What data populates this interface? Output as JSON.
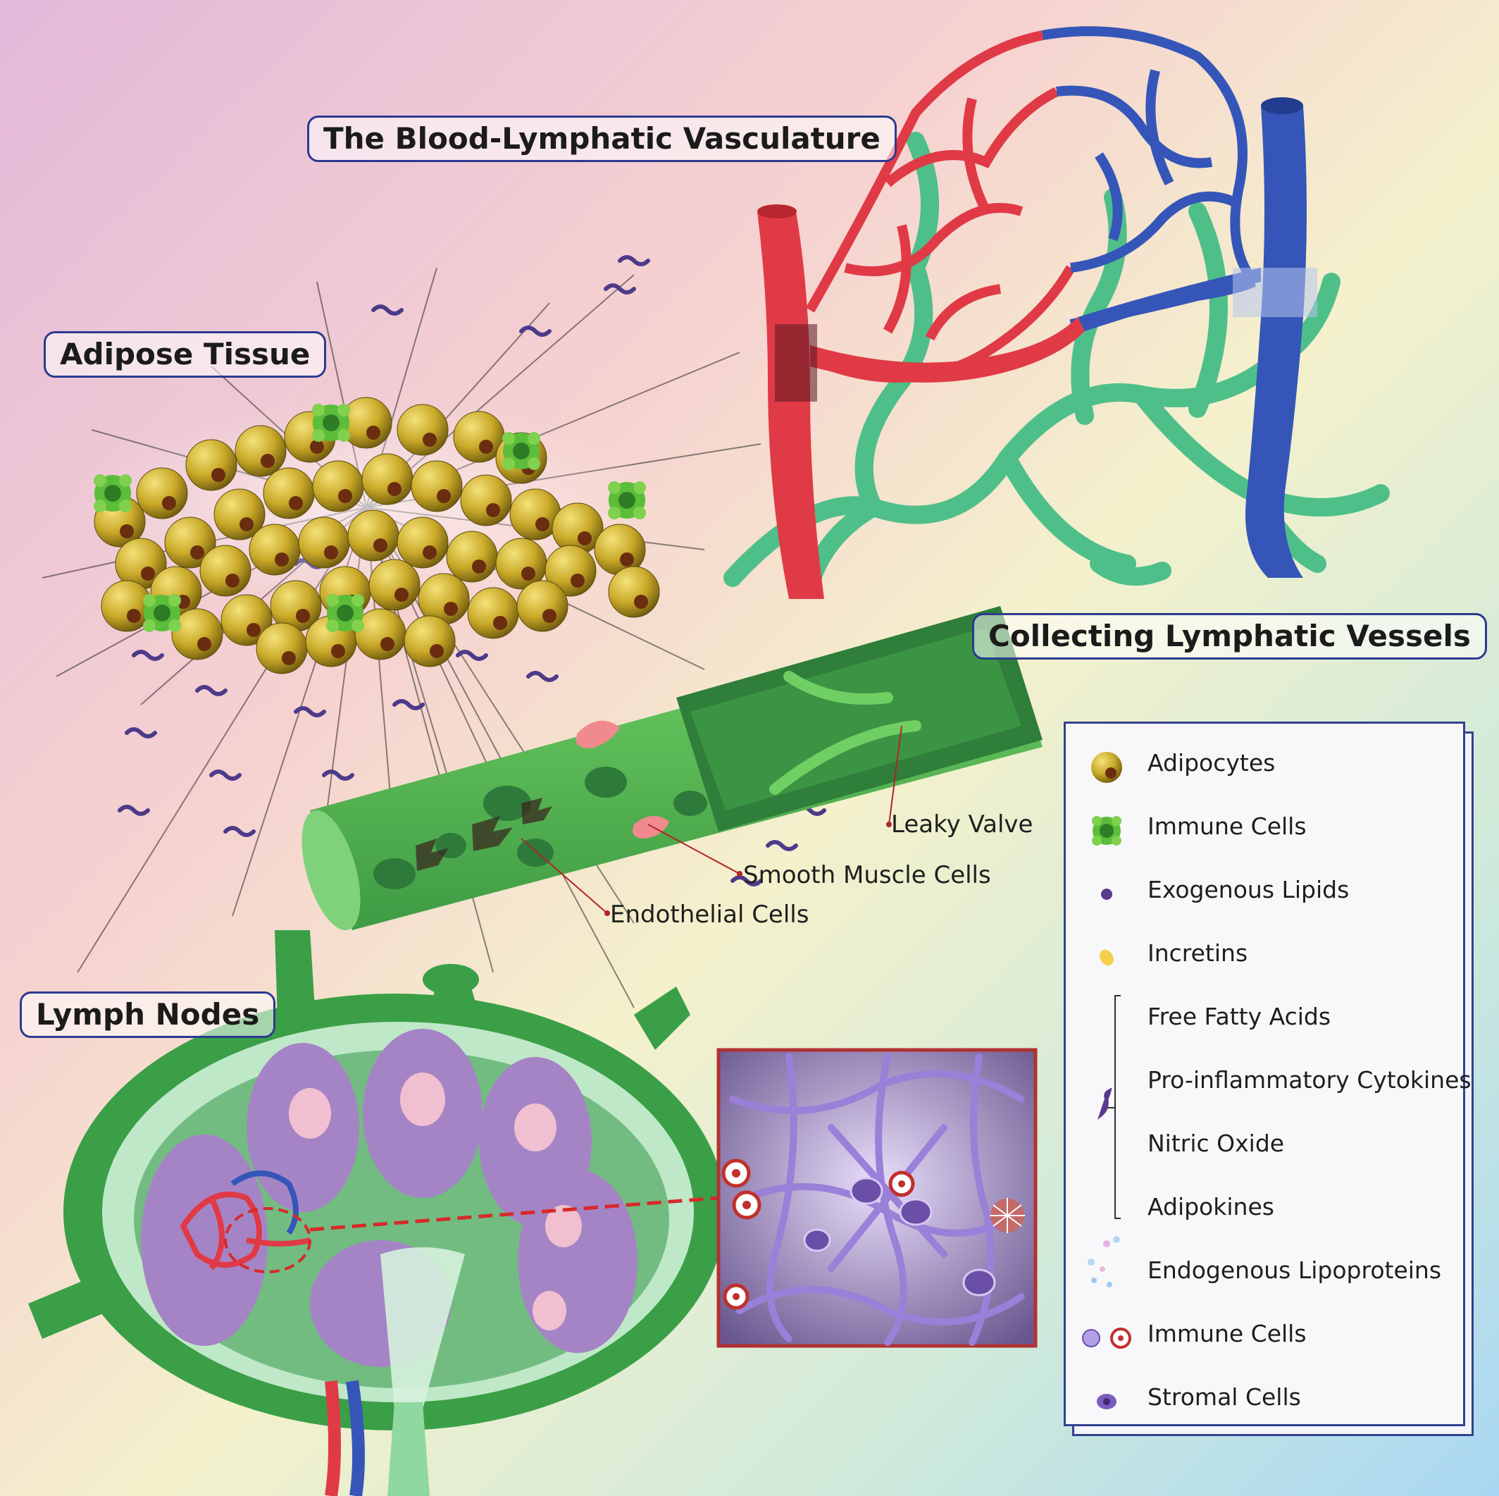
{
  "titles": {
    "blood_lymphatic": "The Blood-Lymphatic Vasculature",
    "adipose": "Adipose Tissue",
    "collecting": "Collecting Lymphatic Vessels",
    "lymph_nodes": "Lymph Nodes"
  },
  "callouts": {
    "leaky_valve": "Leaky Valve",
    "smooth_muscle": "Smooth Muscle Cells",
    "endothelial": "Endothelial Cells"
  },
  "legend": {
    "items": [
      {
        "label": "Adipocytes",
        "icon": "adipocyte-icon"
      },
      {
        "label": "Immune Cells",
        "icon": "immune-cell-green-icon"
      },
      {
        "label": "Exogenous Lipids",
        "icon": "purple-dot-icon"
      },
      {
        "label": "Incretins",
        "icon": "yellow-oval-icon"
      },
      {
        "label": "Free Fatty Acids",
        "icon": "squiggle-icon"
      },
      {
        "label": "Pro-inflammatory Cytokines",
        "icon": "squiggle-icon"
      },
      {
        "label": "Nitric Oxide",
        "icon": "squiggle-icon"
      },
      {
        "label": "Adipokines",
        "icon": "squiggle-icon"
      },
      {
        "label": "Endogenous Lipoproteins",
        "icon": "lipoprotein-dots-icon"
      },
      {
        "label": "Immune Cells",
        "icon": "immune-cells-purple-red-icon"
      },
      {
        "label": "Stromal Cells",
        "icon": "stromal-cell-icon"
      }
    ]
  },
  "colors": {
    "artery": "#e03a46",
    "vein": "#3556b8",
    "lymphatic": "#4fbf8a",
    "vessel_green": "#4caf4f",
    "adipocyte": "#c9a928",
    "border_blue": "#2b3a8f"
  }
}
